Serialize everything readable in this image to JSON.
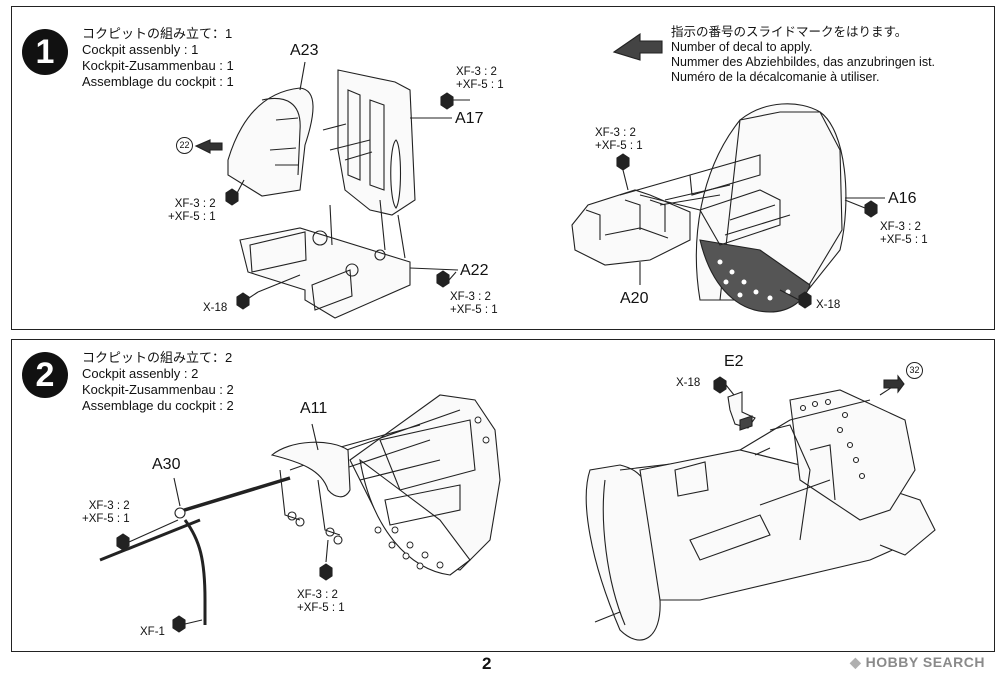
{
  "steps": [
    {
      "number": "1",
      "titles": [
        "コクピットの組み立て：1",
        "Cockpit assenbly : 1",
        "Kockpit-Zusammenbau : 1",
        "Assemblage du cockpit : 1"
      ],
      "parts": {
        "a23": "A23",
        "a17": "A17",
        "a22": "A22",
        "a16": "A16",
        "a20": "A20"
      },
      "paints": {
        "seat": [
          "XF-3 : 2",
          "+XF-5 : 1"
        ],
        "a17": [
          "XF-3 : 2",
          "+XF-5 : 1"
        ],
        "a22": [
          "XF-3 : 2",
          "+XF-5 : 1"
        ],
        "x18": "X-18",
        "a20": [
          "XF-3 : 2",
          "+XF-5 : 1"
        ],
        "a16": [
          "XF-3 : 2",
          "+XF-5 : 1"
        ],
        "x18b": "X-18"
      },
      "decal_ref": "22"
    },
    {
      "number": "2",
      "titles": [
        "コクピットの組み立て：2",
        "Cockpit assenbly : 2",
        "Kockpit-Zusammenbau : 2",
        "Assemblage du cockpit : 2"
      ],
      "parts": {
        "a11": "A11",
        "a30": "A30",
        "e2": "E2"
      },
      "paints": {
        "a30": [
          "XF-3 : 2",
          "+XF-5 : 1"
        ],
        "xf1": "XF-1",
        "a11": [
          "XF-3 : 2",
          "+XF-5 : 1"
        ],
        "x18": "X-18"
      },
      "decal_ref": "32"
    }
  ],
  "decal_note": [
    "指示の番号のスライドマークをはります。",
    "Number of decal to apply.",
    "Nummer des Abziehbildes, das anzubringen ist.",
    "Numéro de la décalcomanie à utiliser."
  ],
  "page_number": "2",
  "watermark": {
    "brand": "HOBBY SEARCH"
  }
}
